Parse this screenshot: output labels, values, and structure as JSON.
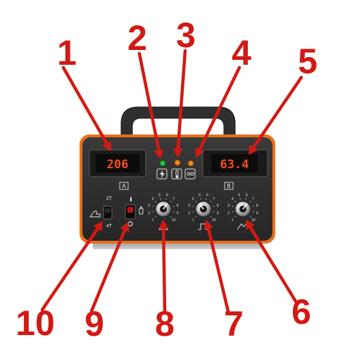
{
  "callouts": {
    "c1": "1",
    "c2": "2",
    "c3": "3",
    "c4": "4",
    "c5": "5",
    "c6": "6",
    "c7": "7",
    "c8": "8",
    "c9": "9",
    "c10": "10"
  },
  "display_a": {
    "value": "206",
    "label": "A"
  },
  "display_b": {
    "value": "63.4",
    "label": "B"
  },
  "mode_switch": {
    "top_label": "2T",
    "bottom_label": "4T"
  },
  "knob_scale": [
    "1",
    "2",
    "3",
    "4",
    "5",
    "6",
    "7",
    "8",
    "9",
    "10"
  ],
  "colors": {
    "callout": "#d11a14",
    "lcd_digits": "#ff4a1a",
    "led_green": "#2fbf3a",
    "led_orange": "#f28a1a",
    "trim": "#e8701c",
    "panel": "#2a2a2a"
  }
}
